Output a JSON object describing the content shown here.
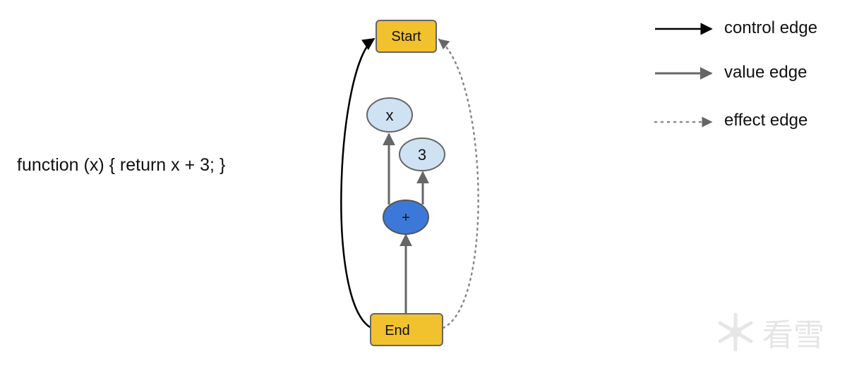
{
  "code": "function (x) { return x + 3; }",
  "nodes": {
    "start": "Start",
    "end": "End",
    "param_x": "x",
    "constant_3": "3",
    "add": "+"
  },
  "legend": {
    "control": "control edge",
    "value": "value edge",
    "effect": "effect edge"
  },
  "watermark": "看雪",
  "colors": {
    "control_node_fill": "#f2c12e",
    "value_node_fill": "#cfe2f3",
    "operator_node_fill": "#3c78d8",
    "control_edge": "#000000",
    "value_edge": "#666666",
    "effect_edge": "#777777"
  }
}
